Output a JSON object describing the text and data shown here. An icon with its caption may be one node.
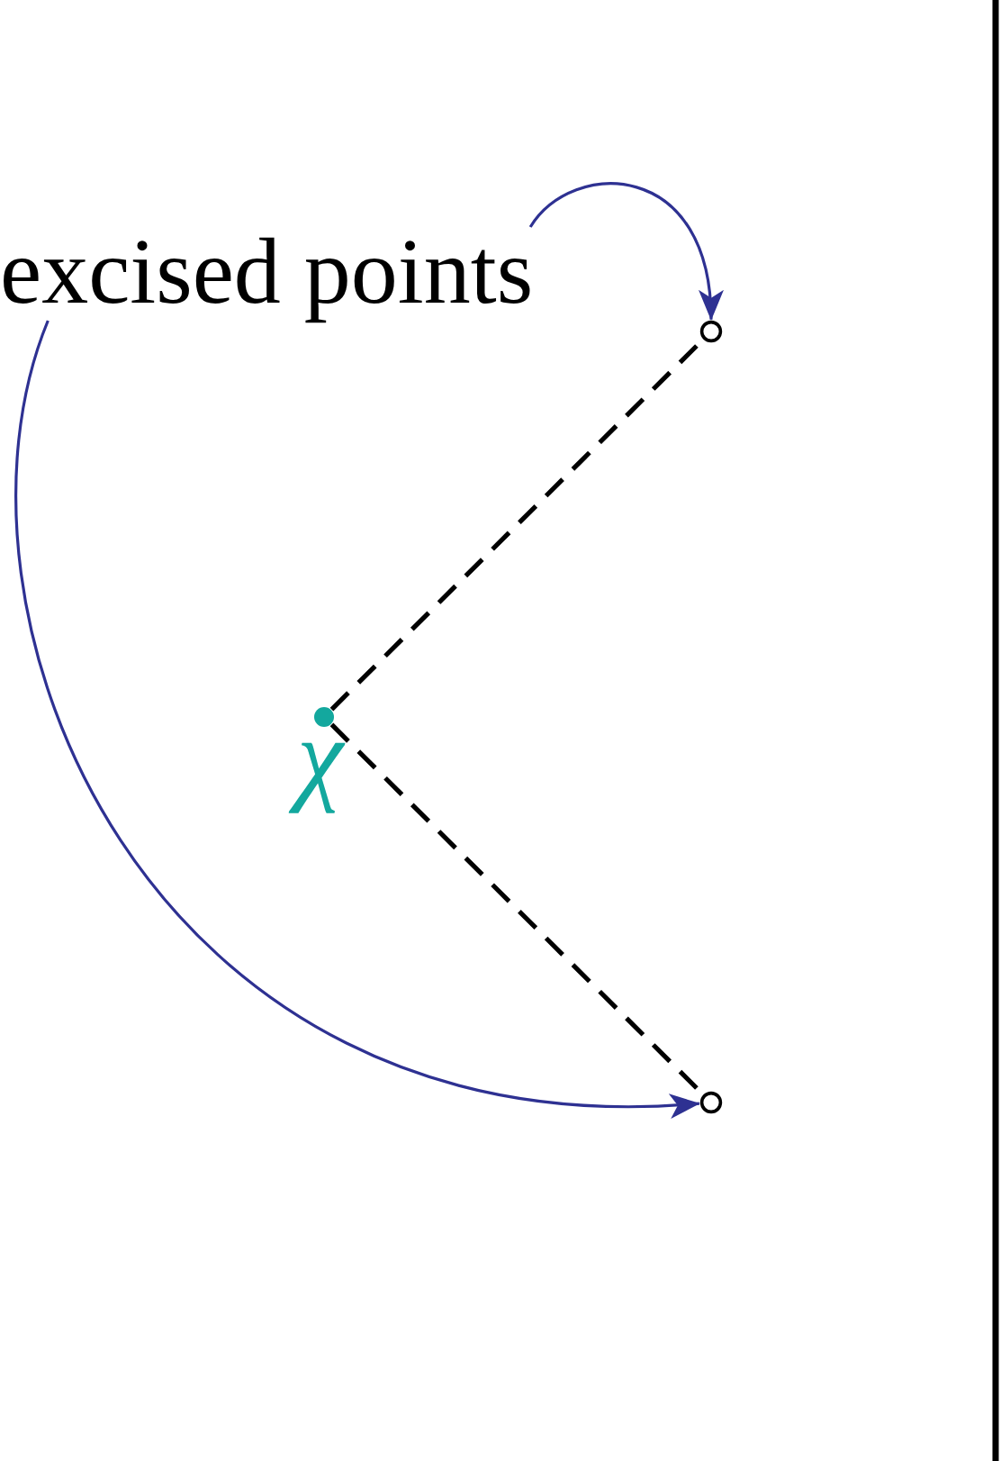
{
  "diagram": {
    "nodes": [
      {
        "text": [
          "excised points"
        ]
      },
      {
        "text": [],
        "shape": "circle"
      },
      {
        "text": [],
        "shape": "circle",
        "beside": [
          "χ"
        ]
      },
      {
        "text": [],
        "shape": "circle"
      }
    ],
    "edges": [
      {
        "from": 0,
        "to": 1,
        "arrow": "to",
        "color": "#2e3192"
      },
      {
        "from": 0,
        "to": 3,
        "arrow": "to",
        "color": "#2e3192"
      },
      {
        "from": 2,
        "to": 1,
        "arrow": "none",
        "style": "dashed",
        "color": "#000000"
      },
      {
        "from": 2,
        "to": 3,
        "arrow": "none",
        "style": "dashed",
        "color": "#000000"
      }
    ]
  }
}
